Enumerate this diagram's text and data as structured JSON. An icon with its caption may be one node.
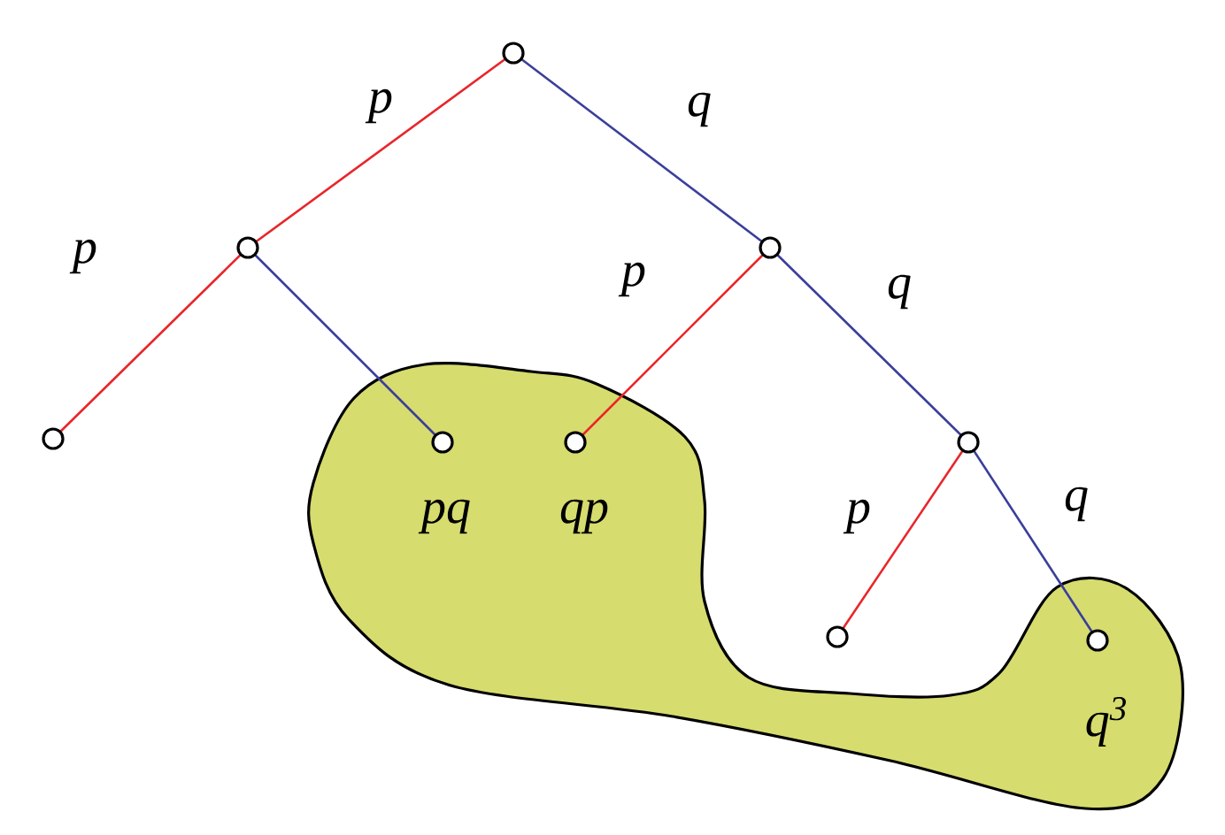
{
  "diagram": {
    "nodes": [
      {
        "text": [],
        "shape": "blob"
      },
      {
        "text": [],
        "shape": "circle"
      },
      {
        "text": [],
        "shape": "circle"
      },
      {
        "text": [],
        "shape": "circle"
      },
      {
        "text": [],
        "shape": "circle"
      },
      {
        "text": [],
        "shape": "circle",
        "in": 0,
        "beside": [
          "pq"
        ]
      },
      {
        "text": [],
        "shape": "circle",
        "in": 0,
        "beside": [
          "qp"
        ]
      },
      {
        "text": [],
        "shape": "circle"
      },
      {
        "text": [],
        "shape": "circle"
      },
      {
        "text": [],
        "shape": "circle",
        "in": 0,
        "beside": [
          "q$^{3}$"
        ]
      }
    ],
    "edges": [
      {
        "from": 1,
        "to": 2,
        "arrow": "none",
        "label": "p",
        "color": "#e8262a"
      },
      {
        "from": 1,
        "to": 3,
        "arrow": "none",
        "label": "q",
        "color": "#3a3f9a"
      },
      {
        "from": 2,
        "to": 4,
        "arrow": "none",
        "label": "p",
        "color": "#e8262a"
      },
      {
        "from": 2,
        "to": 5,
        "arrow": "none",
        "color": "#3a3f9a"
      },
      {
        "from": 3,
        "to": 6,
        "arrow": "none",
        "label": "p",
        "color": "#e8262a"
      },
      {
        "from": 3,
        "to": 7,
        "arrow": "none",
        "label": "q",
        "color": "#3a3f9a"
      },
      {
        "from": 7,
        "to": 8,
        "arrow": "none",
        "label": "p",
        "color": "#e8262a"
      },
      {
        "from": 7,
        "to": 9,
        "arrow": "none",
        "label": "q",
        "color": "#3a3f9a"
      }
    ]
  }
}
